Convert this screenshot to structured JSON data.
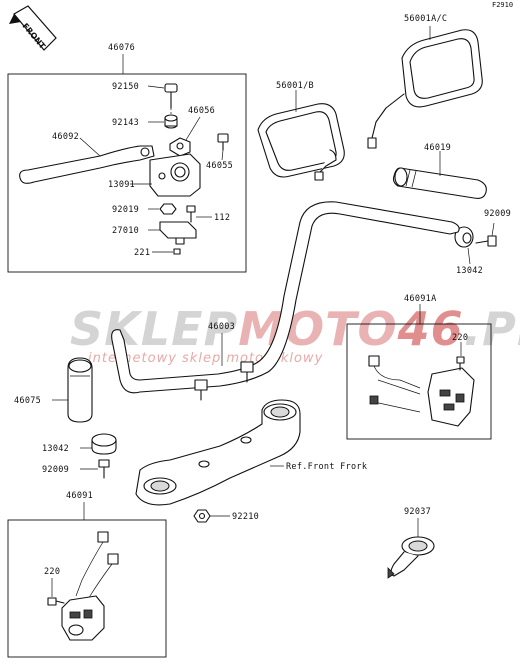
{
  "figure_code": "F2910",
  "front_marker": "FRONT",
  "watermark": {
    "brand_part1": "SKLEP",
    "brand_part2": "MOTO",
    "brand_part3": "46",
    "brand_part4": ".PL",
    "tagline": "internetowy sklep motocyklowy",
    "color_grey": "#d9d9d9",
    "color_red": "#e8a0a0"
  },
  "parts": [
    {
      "id": "p46076",
      "number": "46076"
    },
    {
      "id": "p92150",
      "number": "92150"
    },
    {
      "id": "p92143",
      "number": "92143"
    },
    {
      "id": "p46056",
      "number": "46056"
    },
    {
      "id": "p46092",
      "number": "46092"
    },
    {
      "id": "p46055",
      "number": "46055"
    },
    {
      "id": "p13091",
      "number": "13091"
    },
    {
      "id": "p92019",
      "number": "92019"
    },
    {
      "id": "p112",
      "number": "112"
    },
    {
      "id": "p27010",
      "number": "27010"
    },
    {
      "id": "p221",
      "number": "221"
    },
    {
      "id": "p56001b",
      "number": "56001/B"
    },
    {
      "id": "p56001ac",
      "number": "56001A/C"
    },
    {
      "id": "p46019",
      "number": "46019"
    },
    {
      "id": "p92009r",
      "number": "92009"
    },
    {
      "id": "p13042r",
      "number": "13042"
    },
    {
      "id": "p46091a",
      "number": "46091A"
    },
    {
      "id": "p220r",
      "number": "220"
    },
    {
      "id": "p46003",
      "number": "46003"
    },
    {
      "id": "p46075",
      "number": "46075"
    },
    {
      "id": "p13042l",
      "number": "13042"
    },
    {
      "id": "p92009l",
      "number": "92009"
    },
    {
      "id": "pref",
      "number": "Ref.Front Frork"
    },
    {
      "id": "p92210",
      "number": "92210"
    },
    {
      "id": "p46091",
      "number": "46091"
    },
    {
      "id": "p220l",
      "number": "220"
    },
    {
      "id": "p92037",
      "number": "92037"
    }
  ]
}
